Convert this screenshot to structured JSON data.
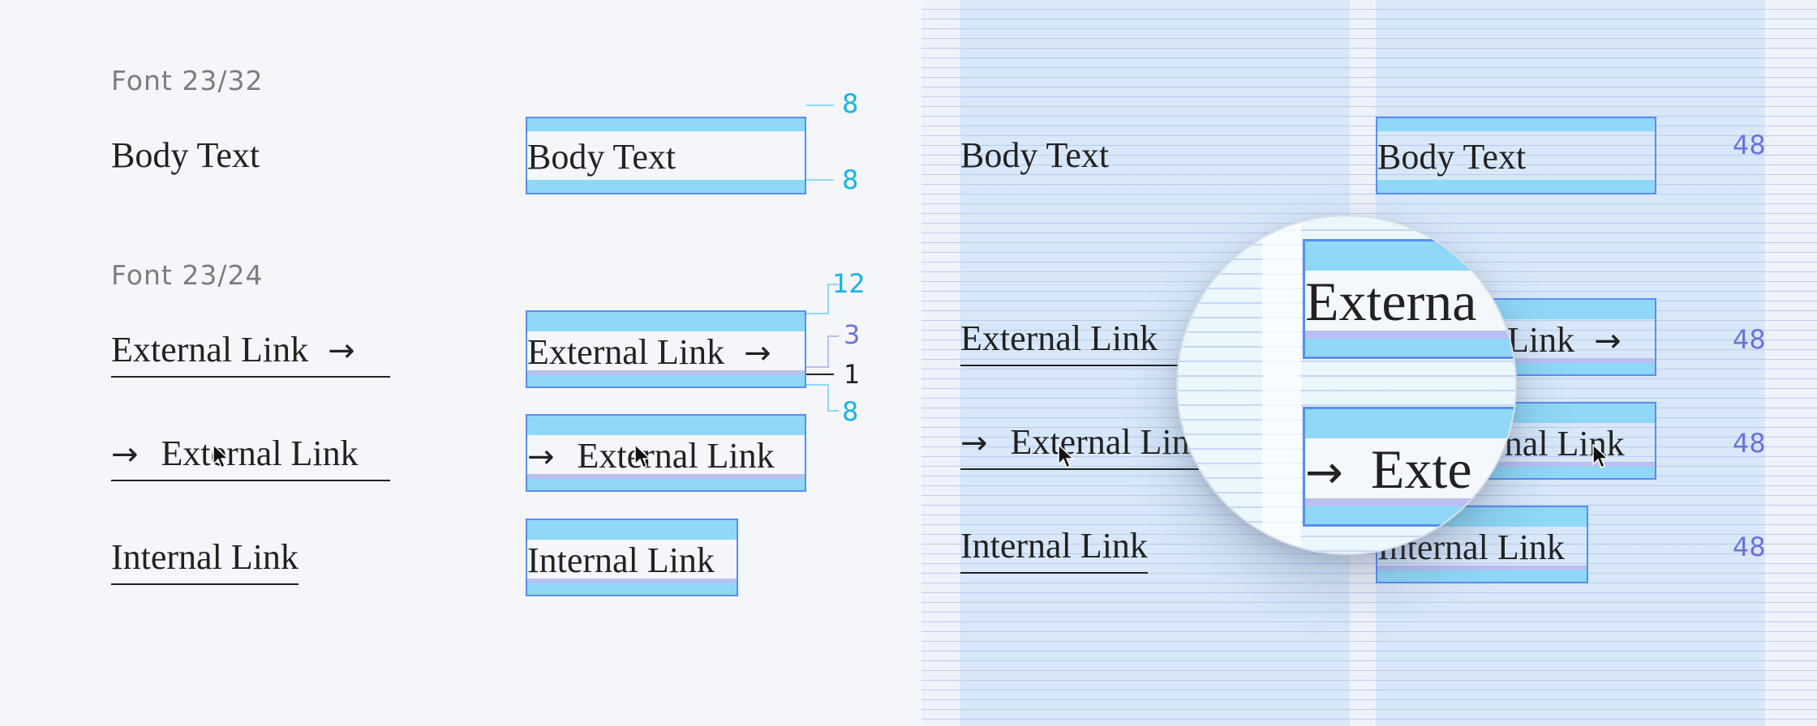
{
  "left": {
    "captions": {
      "font_a": "Font 23/32",
      "font_b": "Font 23/24"
    },
    "rows": {
      "body": "Body Text",
      "external": "External Link",
      "external_arrow": "→",
      "internal": "Internal Link"
    }
  },
  "specimens": {
    "body": "Body Text",
    "external": "External Link",
    "internal": "Internal Link",
    "arrow": "→"
  },
  "annotations": {
    "body_top": "8",
    "body_bottom": "8",
    "link_top": "12",
    "link_text_gap": "3",
    "link_rule": "1",
    "link_bottom": "8"
  },
  "grid_panel": {
    "body": "Body Text",
    "external": "External Link",
    "internal": "Internal Link",
    "arrow": "→",
    "heights": [
      "48",
      "48",
      "48",
      "48"
    ]
  },
  "magnifier": {
    "top_text": "Externa",
    "bottom_text": "Exte",
    "arrow": "→"
  },
  "colors": {
    "band": "#8fd8f7",
    "box_border": "#5a8df0",
    "underline_band": "#b9bff0",
    "cyan_label": "#17b4e6",
    "indigo_label": "#6b72d8"
  }
}
